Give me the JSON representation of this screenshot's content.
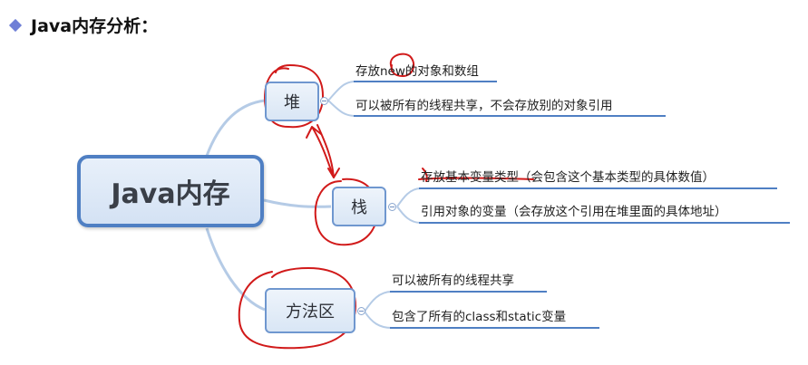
{
  "heading": "Java内存分析：",
  "root": "Java内存",
  "branches": [
    {
      "label": "堆",
      "leaves": [
        "存放new的对象和数组",
        "可以被所有的线程共享，不会存放别的对象引用"
      ]
    },
    {
      "label": "栈",
      "leaves": [
        "存放基本变量类型（会包含这个基本类型的具体数值）",
        "引用对象的变量（会存放这个引用在堆里面的具体地址）"
      ]
    },
    {
      "label": "方法区",
      "leaves": [
        "可以被所有的线程共享",
        "包含了所有的class和static变量"
      ]
    }
  ],
  "colors": {
    "link": "#b5cbe6",
    "underline": "#4f7fc3",
    "annotation": "#d11a1a"
  }
}
